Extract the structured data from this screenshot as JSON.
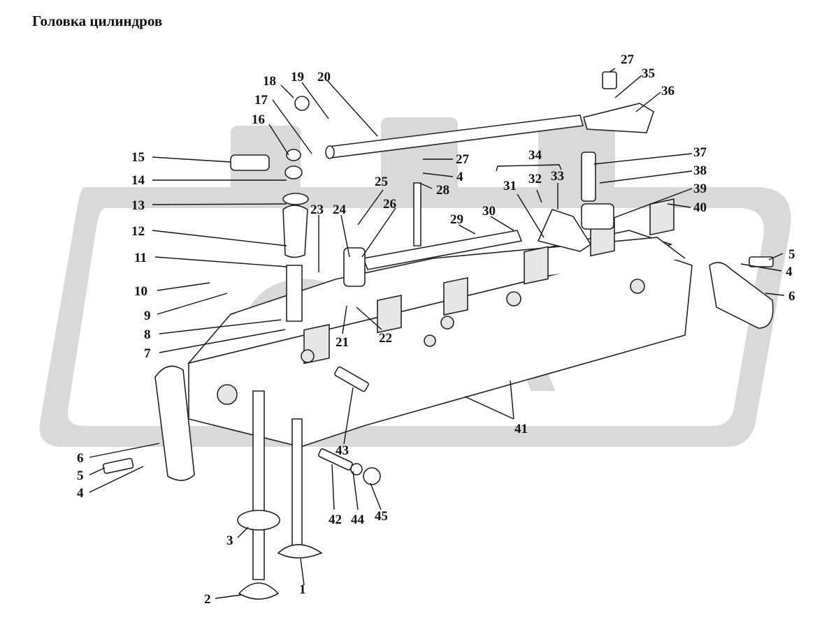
{
  "title": "Головка цилиндров",
  "callouts": [
    {
      "id": "c1",
      "text": "1"
    },
    {
      "id": "c2",
      "text": "2"
    },
    {
      "id": "c3",
      "text": "3"
    },
    {
      "id": "c4a",
      "text": "4"
    },
    {
      "id": "c4b",
      "text": "4"
    },
    {
      "id": "c4c",
      "text": "4"
    },
    {
      "id": "c5a",
      "text": "5"
    },
    {
      "id": "c5b",
      "text": "5"
    },
    {
      "id": "c6a",
      "text": "6"
    },
    {
      "id": "c6b",
      "text": "6"
    },
    {
      "id": "c7",
      "text": "7"
    },
    {
      "id": "c8",
      "text": "8"
    },
    {
      "id": "c9",
      "text": "9"
    },
    {
      "id": "c10",
      "text": "10"
    },
    {
      "id": "c11",
      "text": "11"
    },
    {
      "id": "c12",
      "text": "12"
    },
    {
      "id": "c13",
      "text": "13"
    },
    {
      "id": "c14",
      "text": "14"
    },
    {
      "id": "c15",
      "text": "15"
    },
    {
      "id": "c16",
      "text": "16"
    },
    {
      "id": "c17",
      "text": "17"
    },
    {
      "id": "c18",
      "text": "18"
    },
    {
      "id": "c19",
      "text": "19"
    },
    {
      "id": "c20",
      "text": "20"
    },
    {
      "id": "c21",
      "text": "21"
    },
    {
      "id": "c22",
      "text": "22"
    },
    {
      "id": "c23",
      "text": "23"
    },
    {
      "id": "c24",
      "text": "24"
    },
    {
      "id": "c25",
      "text": "25"
    },
    {
      "id": "c26",
      "text": "26"
    },
    {
      "id": "c27a",
      "text": "27"
    },
    {
      "id": "c27b",
      "text": "27"
    },
    {
      "id": "c28",
      "text": "28"
    },
    {
      "id": "c29",
      "text": "29"
    },
    {
      "id": "c30",
      "text": "30"
    },
    {
      "id": "c31",
      "text": "31"
    },
    {
      "id": "c32",
      "text": "32"
    },
    {
      "id": "c33",
      "text": "33"
    },
    {
      "id": "c34",
      "text": "34"
    },
    {
      "id": "c35",
      "text": "35"
    },
    {
      "id": "c36",
      "text": "36"
    },
    {
      "id": "c37",
      "text": "37"
    },
    {
      "id": "c38",
      "text": "38"
    },
    {
      "id": "c39",
      "text": "39"
    },
    {
      "id": "c40",
      "text": "40"
    },
    {
      "id": "c41",
      "text": "41"
    },
    {
      "id": "c42",
      "text": "42"
    },
    {
      "id": "c43",
      "text": "43"
    },
    {
      "id": "c44",
      "text": "44"
    },
    {
      "id": "c45",
      "text": "45"
    }
  ]
}
